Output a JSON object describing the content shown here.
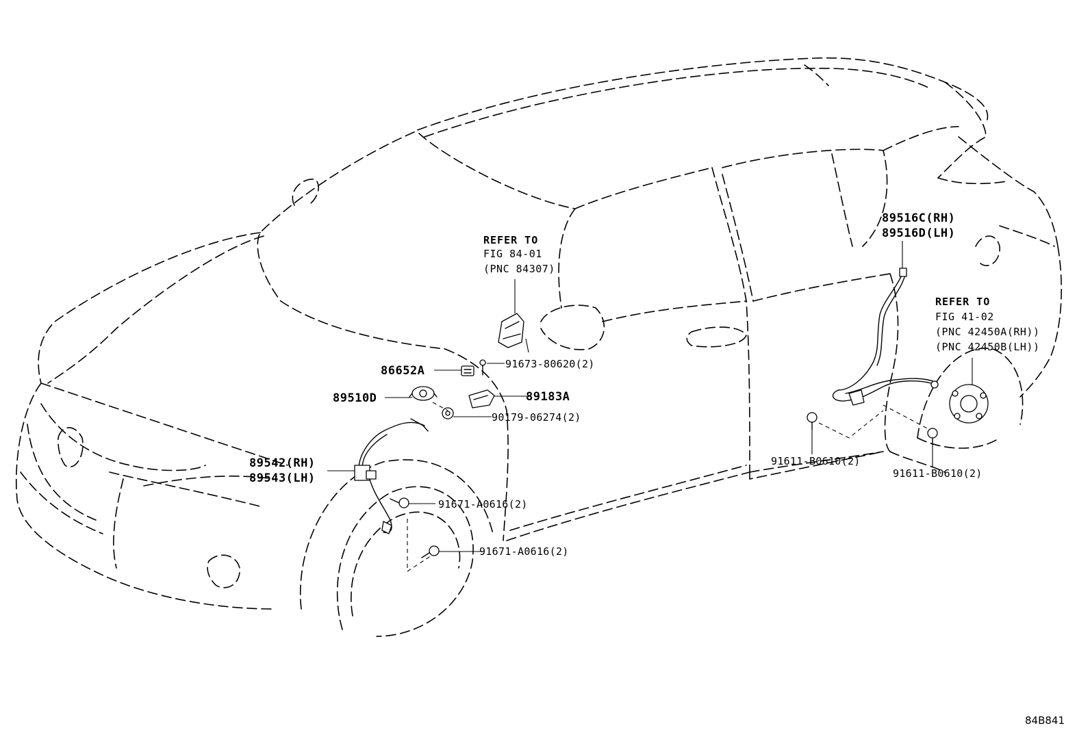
{
  "diagram": {
    "figure_code": "84B841",
    "callouts": [
      {
        "id": "refer-84",
        "lines": [
          "REFER TO",
          "FIG 84-01",
          "(PNC 84307)"
        ]
      },
      {
        "id": "refer-41",
        "lines": [
          "REFER TO",
          "FIG 41-02",
          "(PNC 42450A(RH))",
          "(PNC 42450B(LH))"
        ]
      }
    ],
    "parts": [
      {
        "id": "p86652a",
        "label": "86652A"
      },
      {
        "id": "p91673",
        "label": "91673-80620(2)"
      },
      {
        "id": "p89510d",
        "label": "89510D"
      },
      {
        "id": "p89183a",
        "label": "89183A"
      },
      {
        "id": "p90179",
        "label": "90179-06274(2)"
      },
      {
        "id": "p89542",
        "label": "89542(RH)"
      },
      {
        "id": "p89543",
        "label": "89543(LH)"
      },
      {
        "id": "p91671a",
        "label": "91671-A0616(2)"
      },
      {
        "id": "p91671b",
        "label": "91671-A0616(2)"
      },
      {
        "id": "p89516c",
        "label": "89516C(RH)"
      },
      {
        "id": "p89516d",
        "label": "89516D(LH)"
      },
      {
        "id": "p91611a",
        "label": "91611-B0610(2)"
      },
      {
        "id": "p91611b",
        "label": "91611-B0610(2)"
      }
    ]
  }
}
